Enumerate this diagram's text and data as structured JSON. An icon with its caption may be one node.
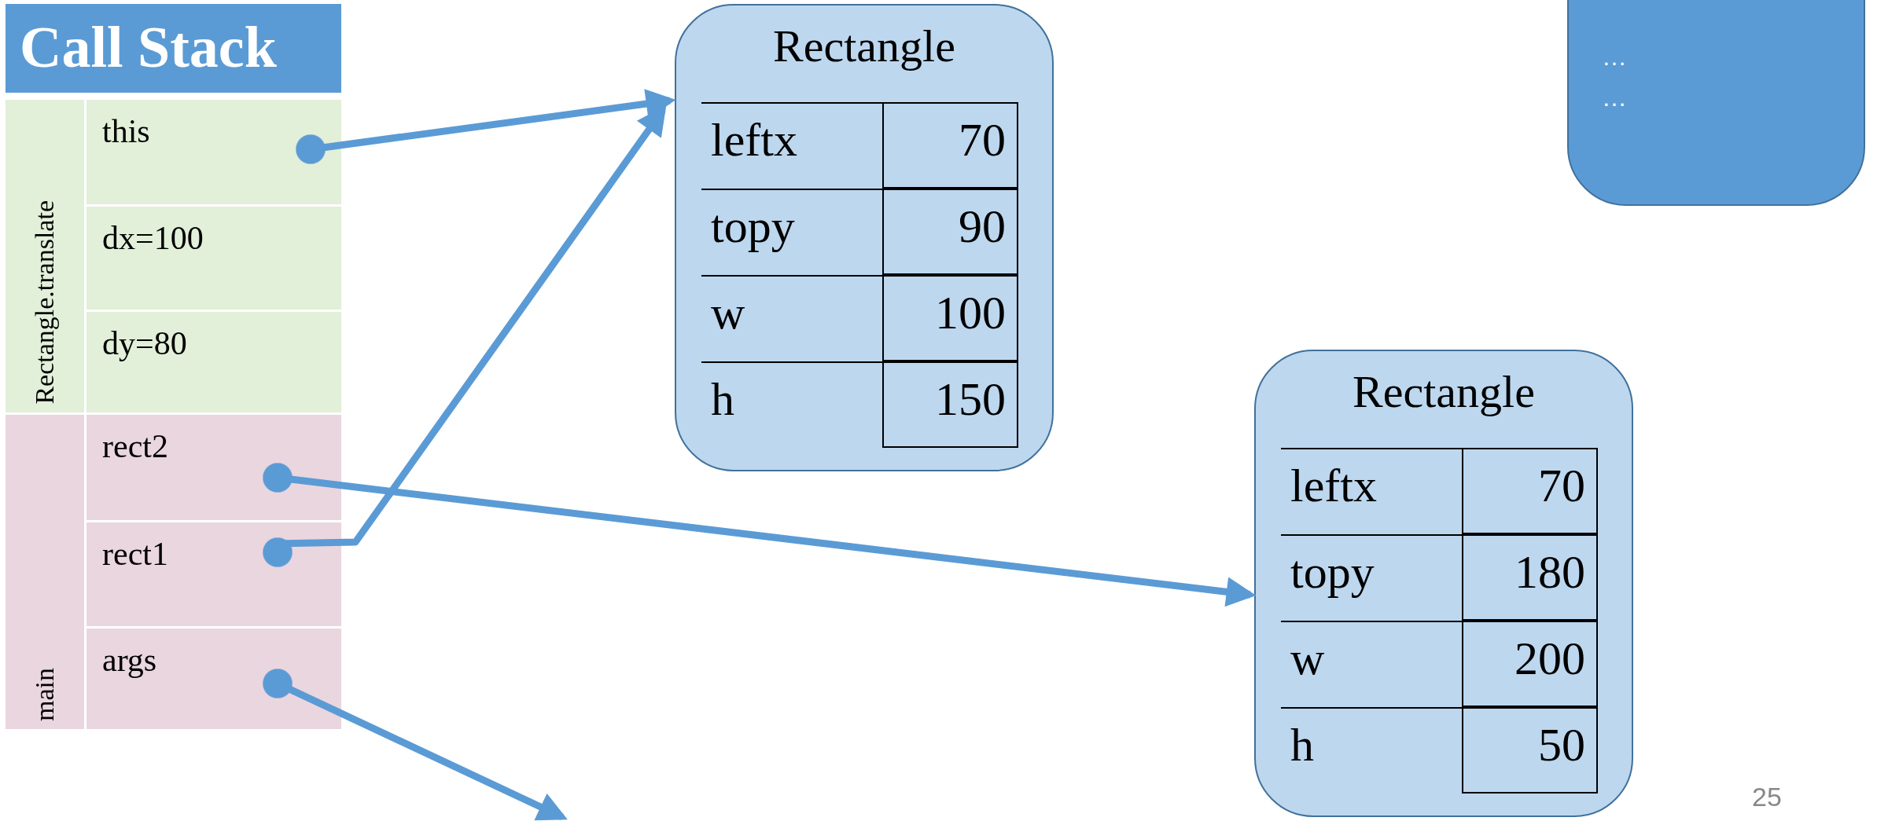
{
  "diagram": {
    "nodes": [
      {
        "text": [
          "Call Stack"
        ]
      },
      {
        "text": [
          "Rectangle.translate"
        ]
      },
      {
        "text": [
          "this"
        ],
        "in": 1
      },
      {
        "text": [
          "dx=100"
        ],
        "in": 1
      },
      {
        "text": [
          "dy=80"
        ],
        "in": 1
      },
      {
        "text": [
          "main"
        ]
      },
      {
        "text": [
          "rect2"
        ],
        "in": 5
      },
      {
        "text": [
          "rect1"
        ],
        "in": 5
      },
      {
        "text": [
          "args"
        ],
        "in": 5
      },
      {
        "text": [
          "Rectangle"
        ]
      },
      {
        "text": [
          "leftx"
        ],
        "in": 9
      },
      {
        "text": [
          "70"
        ],
        "in": 9
      },
      {
        "text": [
          "topy"
        ],
        "in": 9
      },
      {
        "text": [
          "90"
        ],
        "in": 9
      },
      {
        "text": [
          "w"
        ],
        "in": 9
      },
      {
        "text": [
          "100"
        ],
        "in": 9
      },
      {
        "text": [
          "h"
        ],
        "in": 9
      },
      {
        "text": [
          "150"
        ],
        "in": 9
      },
      {
        "text": [
          "Rectangle"
        ]
      },
      {
        "text": [
          "leftx"
        ],
        "in": 18
      },
      {
        "text": [
          "70"
        ],
        "in": 18
      },
      {
        "text": [
          "topy"
        ],
        "in": 18
      },
      {
        "text": [
          "180"
        ],
        "in": 18
      },
      {
        "text": [
          "w"
        ],
        "in": 18
      },
      {
        "text": [
          "200"
        ],
        "in": 18
      },
      {
        "text": [
          "h"
        ],
        "in": 18
      },
      {
        "text": [
          "50"
        ],
        "in": 18
      },
      {
        "text": [
          "…",
          "…"
        ]
      }
    ],
    "edges": [
      {
        "from": 2,
        "to": 9,
        "arrow": "to"
      },
      {
        "from": 6,
        "to": 18,
        "arrow": "to"
      },
      {
        "from": 7,
        "to": 9,
        "arrow": "to"
      },
      {
        "from": 8,
        "to": null,
        "arrow": "to"
      }
    ],
    "labels": [
      "25"
    ]
  }
}
